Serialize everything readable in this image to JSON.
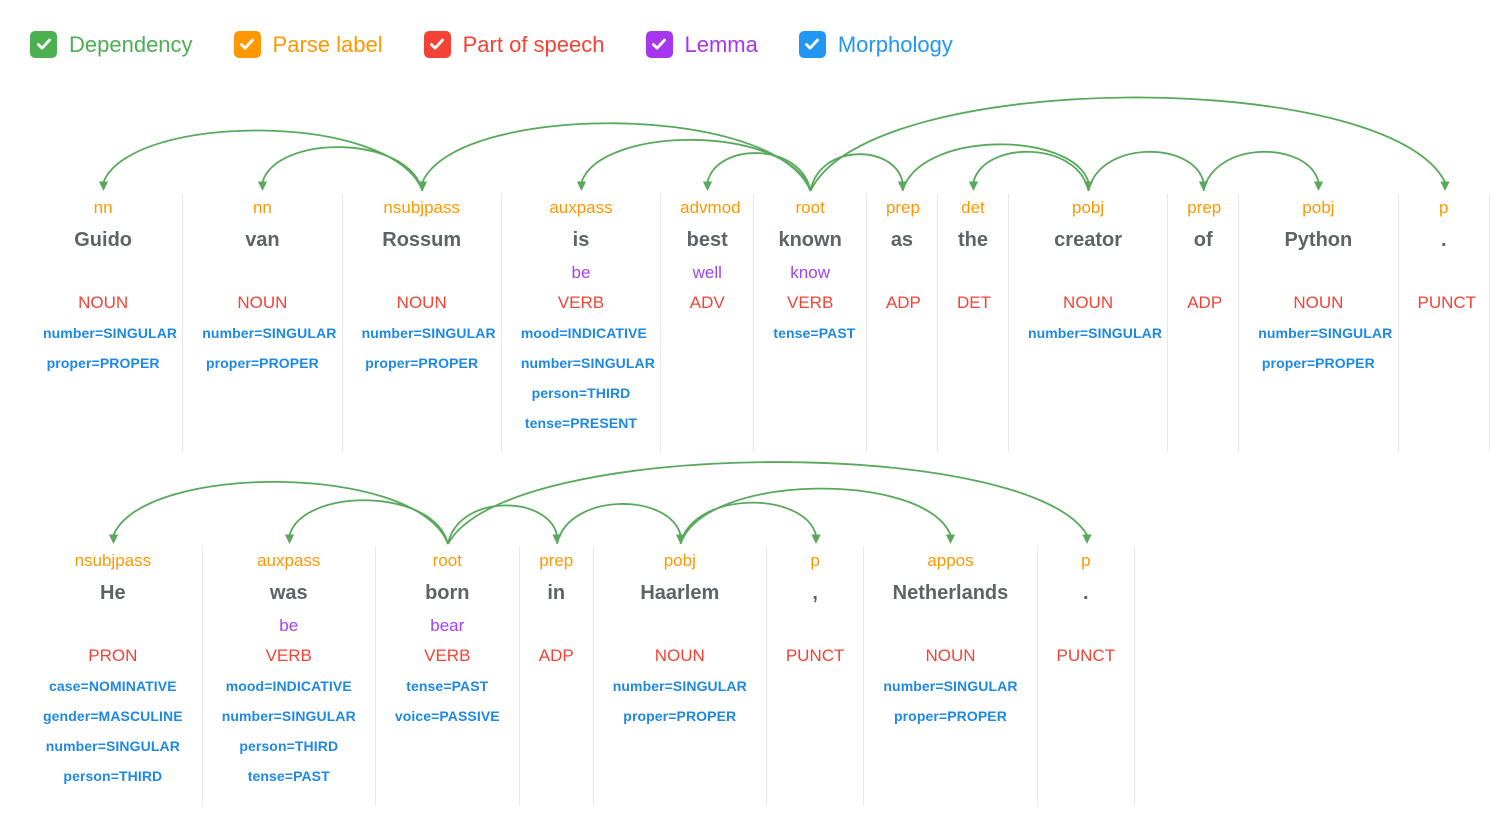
{
  "theme": {
    "green": "#4caf50",
    "arc_green": "#58a95c",
    "orange": "#ff9800",
    "red": "#f44336",
    "purple": "#a142f4",
    "blue": "#1e88e5",
    "word_gray": "#5f6368",
    "divider_gray": "#e8e8e8"
  },
  "controls": [
    {
      "id": "dependency",
      "label": "Dependency",
      "color": "#4caf50",
      "checked": true
    },
    {
      "id": "parse-label",
      "label": "Parse label",
      "color": "#ff9800",
      "checked": true
    },
    {
      "id": "part-of-speech",
      "label": "Part of speech",
      "color": "#f44336",
      "checked": true
    },
    {
      "id": "lemma",
      "label": "Lemma",
      "color": "#a637ec",
      "checked": true
    },
    {
      "id": "morphology",
      "label": "Morphology",
      "color": "#2196f3",
      "checked": true
    }
  ],
  "check_icon": "checkmark",
  "sentences": [
    {
      "arc_area_height": 130,
      "tokens": [
        {
          "label": "nn",
          "word": "Guido",
          "lemma": "",
          "pos": "NOUN",
          "morph": [
            "number=SINGULAR",
            "proper=PROPER"
          ],
          "head": 2
        },
        {
          "label": "nn",
          "word": "van",
          "lemma": "",
          "pos": "NOUN",
          "morph": [
            "number=SINGULAR",
            "proper=PROPER"
          ],
          "head": 2
        },
        {
          "label": "nsubjpass",
          "word": "Rossum",
          "lemma": "",
          "pos": "NOUN",
          "morph": [
            "number=SINGULAR",
            "proper=PROPER"
          ],
          "head": 5
        },
        {
          "label": "auxpass",
          "word": "is",
          "lemma": "be",
          "pos": "VERB",
          "morph": [
            "mood=INDICATIVE",
            "number=SINGULAR",
            "person=THIRD",
            "tense=PRESENT"
          ],
          "head": 5
        },
        {
          "label": "advmod",
          "word": "best",
          "lemma": "well",
          "pos": "ADV",
          "morph": [],
          "head": 5
        },
        {
          "label": "root",
          "word": "known",
          "lemma": "know",
          "pos": "VERB",
          "morph": [
            "tense=PAST"
          ],
          "head": null
        },
        {
          "label": "prep",
          "word": "as",
          "lemma": "",
          "pos": "ADP",
          "morph": [],
          "head": 5
        },
        {
          "label": "det",
          "word": "the",
          "lemma": "",
          "pos": "DET",
          "morph": [],
          "head": 8
        },
        {
          "label": "pobj",
          "word": "creator",
          "lemma": "",
          "pos": "NOUN",
          "morph": [
            "number=SINGULAR"
          ],
          "head": 6
        },
        {
          "label": "prep",
          "word": "of",
          "lemma": "",
          "pos": "ADP",
          "morph": [],
          "head": 8
        },
        {
          "label": "pobj",
          "word": "Python",
          "lemma": "",
          "pos": "NOUN",
          "morph": [
            "number=SINGULAR",
            "proper=PROPER"
          ],
          "head": 9
        },
        {
          "label": "p",
          "word": ".",
          "lemma": "",
          "pos": "PUNCT",
          "morph": [],
          "head": 5
        }
      ]
    },
    {
      "arc_area_height": 95,
      "tokens": [
        {
          "label": "nsubjpass",
          "word": "He",
          "lemma": "",
          "pos": "PRON",
          "morph": [
            "case=NOMINATIVE",
            "gender=MASCULINE",
            "number=SINGULAR",
            "person=THIRD"
          ],
          "head": 2
        },
        {
          "label": "auxpass",
          "word": "was",
          "lemma": "be",
          "pos": "VERB",
          "morph": [
            "mood=INDICATIVE",
            "number=SINGULAR",
            "person=THIRD",
            "tense=PAST"
          ],
          "head": 2
        },
        {
          "label": "root",
          "word": "born",
          "lemma": "bear",
          "pos": "VERB",
          "morph": [
            "tense=PAST",
            "voice=PASSIVE"
          ],
          "head": null
        },
        {
          "label": "prep",
          "word": "in",
          "lemma": "",
          "pos": "ADP",
          "morph": [],
          "head": 2
        },
        {
          "label": "pobj",
          "word": "Haarlem",
          "lemma": "",
          "pos": "NOUN",
          "morph": [
            "number=SINGULAR",
            "proper=PROPER"
          ],
          "head": 3
        },
        {
          "label": "p",
          "word": ",",
          "lemma": "",
          "pos": "PUNCT",
          "morph": [],
          "head": 4
        },
        {
          "label": "appos",
          "word": "Netherlands",
          "lemma": "",
          "pos": "NOUN",
          "morph": [
            "number=SINGULAR",
            "proper=PROPER"
          ],
          "head": 4
        },
        {
          "label": "p",
          "word": ".",
          "lemma": "",
          "pos": "PUNCT",
          "morph": [],
          "head": 2
        }
      ]
    }
  ]
}
